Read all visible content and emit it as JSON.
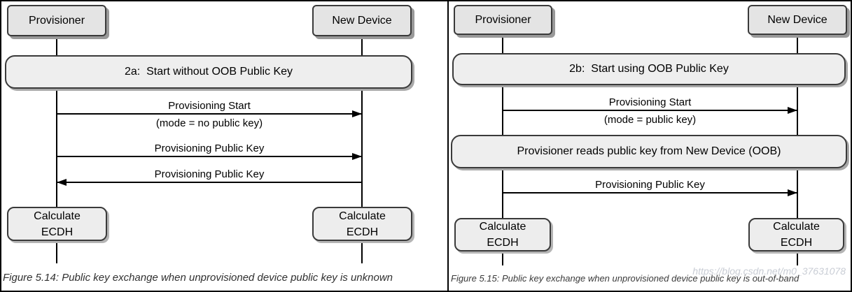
{
  "left": {
    "actors": [
      "Provisioner",
      "New Device"
    ],
    "banner": "2a:  Start without OOB Public Key",
    "messages": [
      {
        "label": "Provisioning Start",
        "sublabel": "(mode = no public key)",
        "direction": "right"
      },
      {
        "label": "Provisioning Public Key",
        "direction": "right"
      },
      {
        "label": "Provisioning Public Key",
        "direction": "left"
      }
    ],
    "calc": {
      "line1": "Calculate",
      "line2": "ECDH"
    },
    "caption": "Figure 5.14: Public key exchange when unprovisioned device public key is unknown"
  },
  "right": {
    "actors": [
      "Provisioner",
      "New Device"
    ],
    "banner": "2b:  Start using OOB Public Key",
    "messages": [
      {
        "label": "Provisioning Start",
        "sublabel": "(mode = public key)",
        "direction": "right"
      },
      {
        "label": "Provisioning Public Key",
        "direction": "right"
      }
    ],
    "oob_banner": "Provisioner reads public key from New Device (OOB)",
    "calc": {
      "line1": "Calculate",
      "line2": "ECDH"
    },
    "caption": "Figure 5.15: Public key exchange when unprovisioned device public key is out-of-band",
    "watermark": "https://blog.csdn.net/m0_37631078"
  },
  "colors": {
    "box_fill": "#e4e4e4",
    "banner_fill": "#eeeeee",
    "box_border": "#3a3a3a",
    "shadow": "#999999",
    "line": "#000000",
    "caption_text": "#303030",
    "watermark_text": "#c9cdd5"
  }
}
